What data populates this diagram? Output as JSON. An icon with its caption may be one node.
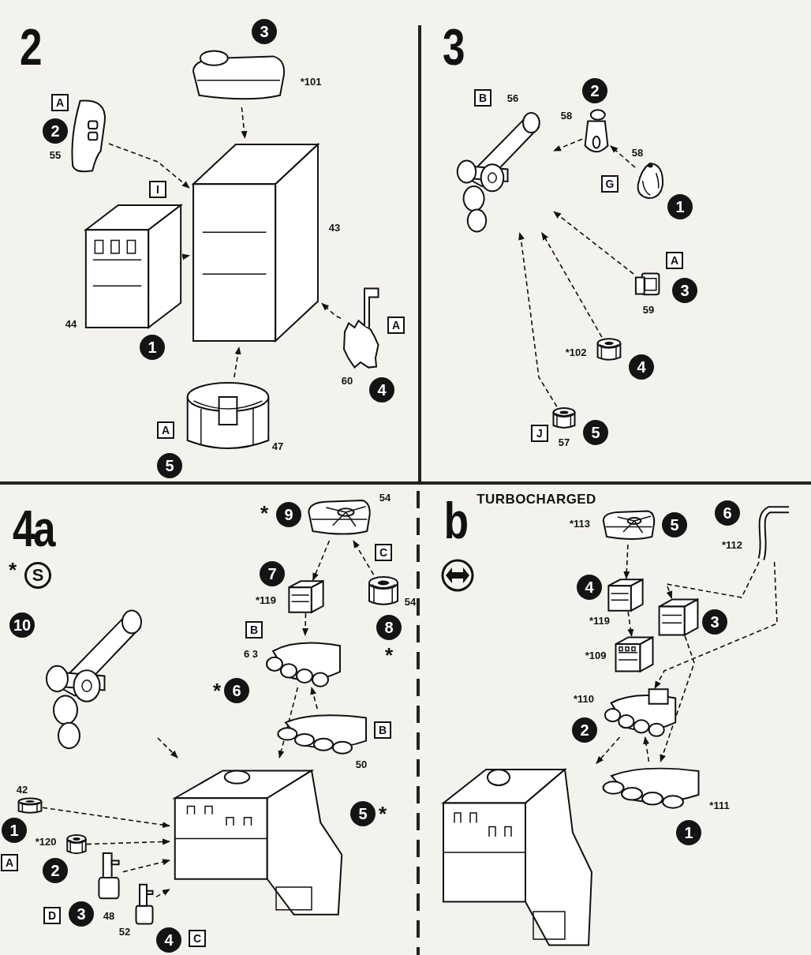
{
  "diagram": {
    "nodes": [
      {
        "text": [],
        "shape": "picture",
        "beside": [
          "*101"
        ]
      },
      {
        "text": [
          "3"
        ]
      },
      {
        "text": [],
        "shape": "picture",
        "beside": [
          "55"
        ]
      },
      {
        "text": [
          "A"
        ]
      },
      {
        "text": [
          "2"
        ]
      },
      {
        "text": [],
        "shape": "picture",
        "beside": [
          "43"
        ]
      },
      {
        "text": [
          "I"
        ]
      },
      {
        "text": [],
        "shape": "picture",
        "beside": [
          "44"
        ]
      },
      {
        "text": [
          "1"
        ]
      },
      {
        "text": [],
        "shape": "picture",
        "beside": [
          "60"
        ]
      },
      {
        "text": [
          "A"
        ]
      },
      {
        "text": [
          "4"
        ]
      },
      {
        "text": [],
        "shape": "picture",
        "beside": [
          "47"
        ]
      },
      {
        "text": [
          "A"
        ]
      },
      {
        "text": [
          "5"
        ]
      },
      {
        "text": [
          "2"
        ]
      },
      {
        "text": [],
        "shape": "picture",
        "beside": [
          "56"
        ]
      },
      {
        "text": [
          "B"
        ]
      },
      {
        "text": [],
        "shape": "picture",
        "beside": [
          "58"
        ]
      },
      {
        "text": [],
        "shape": "picture",
        "beside": [
          "58"
        ]
      },
      {
        "text": [
          "G"
        ]
      },
      {
        "text": [
          "1"
        ]
      },
      {
        "text": [
          "A"
        ]
      },
      {
        "text": [],
        "shape": "picture",
        "beside": [
          "59"
        ]
      },
      {
        "text": [
          "3"
        ]
      },
      {
        "text": [],
        "shape": "picture",
        "beside": [
          "*102"
        ]
      },
      {
        "text": [
          "4"
        ]
      },
      {
        "text": [],
        "shape": "picture",
        "beside": [
          "57"
        ]
      },
      {
        "text": [
          "J"
        ]
      },
      {
        "text": [
          "5"
        ]
      },
      {
        "text": [
          "S"
        ]
      },
      {
        "text": [],
        "shape": "picture",
        "beside": [
          "54"
        ]
      },
      {
        "text": [
          "9"
        ]
      },
      {
        "text": [],
        "shape": "picture",
        "beside": [
          "*119"
        ]
      },
      {
        "text": [
          "7"
        ]
      },
      {
        "text": [
          "C"
        ]
      },
      {
        "text": [],
        "shape": "picture",
        "beside": [
          "54"
        ]
      },
      {
        "text": [
          "8"
        ]
      },
      {
        "text": [
          "B"
        ]
      },
      {
        "text": [],
        "shape": "picture",
        "beside": [
          "6 3"
        ]
      },
      {
        "text": [
          "6"
        ]
      },
      {
        "text": [],
        "shape": "picture"
      },
      {
        "text": [
          "10"
        ]
      },
      {
        "text": [],
        "shape": "picture",
        "beside": [
          "50"
        ]
      },
      {
        "text": [
          "B"
        ]
      },
      {
        "text": [
          "5"
        ]
      },
      {
        "text": [],
        "shape": "picture"
      },
      {
        "text": [],
        "shape": "picture",
        "beside": [
          "42"
        ]
      },
      {
        "text": [
          "1"
        ]
      },
      {
        "text": [],
        "shape": "picture",
        "beside": [
          "*120"
        ]
      },
      {
        "text": [
          "A"
        ]
      },
      {
        "text": [
          "2"
        ]
      },
      {
        "text": [],
        "shape": "picture",
        "beside": [
          "48"
        ]
      },
      {
        "text": [
          "D"
        ]
      },
      {
        "text": [
          "3"
        ]
      },
      {
        "text": [],
        "shape": "picture",
        "beside": [
          "52"
        ]
      },
      {
        "text": [
          "4"
        ]
      },
      {
        "text": [
          "C"
        ]
      },
      {
        "text": [],
        "shape": "picture",
        "beside": [
          "*113"
        ]
      },
      {
        "text": [
          "5"
        ]
      },
      {
        "text": [
          "6"
        ]
      },
      {
        "text": [],
        "shape": "picture",
        "beside": [
          "*112"
        ]
      },
      {
        "text": [
          "4"
        ]
      },
      {
        "text": [],
        "shape": "picture",
        "beside": [
          "*119"
        ]
      },
      {
        "text": [],
        "shape": "picture"
      },
      {
        "text": [
          "3"
        ]
      },
      {
        "text": [],
        "shape": "picture",
        "beside": [
          "*109"
        ]
      },
      {
        "text": [],
        "shape": "picture",
        "beside": [
          "*110"
        ]
      },
      {
        "text": [
          "2"
        ]
      },
      {
        "text": [],
        "shape": "picture"
      },
      {
        "text": [],
        "shape": "picture",
        "beside": [
          "*111"
        ]
      },
      {
        "text": [
          "1"
        ]
      }
    ],
    "edges": [
      {
        "from": 0,
        "to": 5,
        "arrow": "to"
      },
      {
        "from": 2,
        "to": 5,
        "arrow": "to"
      },
      {
        "from": 7,
        "to": 5,
        "arrow": "to"
      },
      {
        "from": 9,
        "to": 5,
        "arrow": "to"
      },
      {
        "from": 12,
        "to": 5,
        "arrow": "to"
      },
      {
        "from": 18,
        "to": 16,
        "arrow": "to"
      },
      {
        "from": 19,
        "to": 18,
        "arrow": "to"
      },
      {
        "from": 23,
        "to": 16,
        "arrow": "to"
      },
      {
        "from": 25,
        "to": 16,
        "arrow": "to"
      },
      {
        "from": 27,
        "to": 16,
        "arrow": "to"
      },
      {
        "from": 31,
        "to": 33,
        "arrow": "to"
      },
      {
        "from": 36,
        "to": 31,
        "arrow": "to"
      },
      {
        "from": 33,
        "to": 39,
        "arrow": "to"
      },
      {
        "from": 39,
        "to": 46,
        "arrow": "to"
      },
      {
        "from": 43,
        "to": 39,
        "arrow": "to"
      },
      {
        "from": 41,
        "to": 46,
        "arrow": "to"
      },
      {
        "from": 47,
        "to": 46,
        "arrow": "to"
      },
      {
        "from": 49,
        "to": 46,
        "arrow": "to"
      },
      {
        "from": 52,
        "to": 46,
        "arrow": "to"
      },
      {
        "from": 55,
        "to": 46,
        "arrow": "to"
      },
      {
        "from": 58,
        "to": 63,
        "arrow": "to"
      },
      {
        "from": 63,
        "to": 66,
        "arrow": "to"
      },
      {
        "from": 61,
        "to": 64,
        "arrow": "to"
      },
      {
        "from": 61,
        "to": 67,
        "arrow": "to"
      },
      {
        "from": 64,
        "to": 70,
        "arrow": "to"
      },
      {
        "from": 67,
        "to": 69,
        "arrow": "to"
      },
      {
        "from": 70,
        "to": 67,
        "arrow": "to"
      }
    ],
    "labels": [
      "2",
      "3",
      "4a",
      "*",
      "*",
      "*",
      "*",
      "*",
      "b",
      "TURBOCHARGED"
    ]
  }
}
